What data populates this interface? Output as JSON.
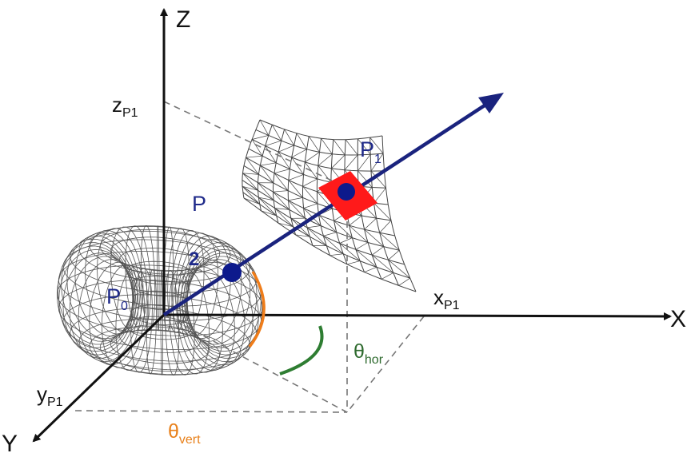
{
  "axes": {
    "z_label": "Z",
    "x_label": "X",
    "y_label": "Y"
  },
  "projections": {
    "z_main": "z",
    "z_sub": "P1",
    "x_main": "x",
    "x_sub": "P1",
    "y_main": "y",
    "y_sub": "P1"
  },
  "points": {
    "p0_main": "P",
    "p0_sub": "0",
    "p1_main": "P",
    "p1_sub": "1",
    "p_label": "P",
    "two_label": "2"
  },
  "angles": {
    "hor_main": "θ",
    "hor_sub": "hor",
    "vert_main": "θ",
    "vert_sub": "vert"
  },
  "colors": {
    "axis": "#111111",
    "ray": "#1a237e",
    "point": "#0d1a8c",
    "square": "#ff1a1a",
    "hor_arc": "#2e7d32",
    "vert_arc": "#ef7d1a",
    "dash": "#777777"
  }
}
